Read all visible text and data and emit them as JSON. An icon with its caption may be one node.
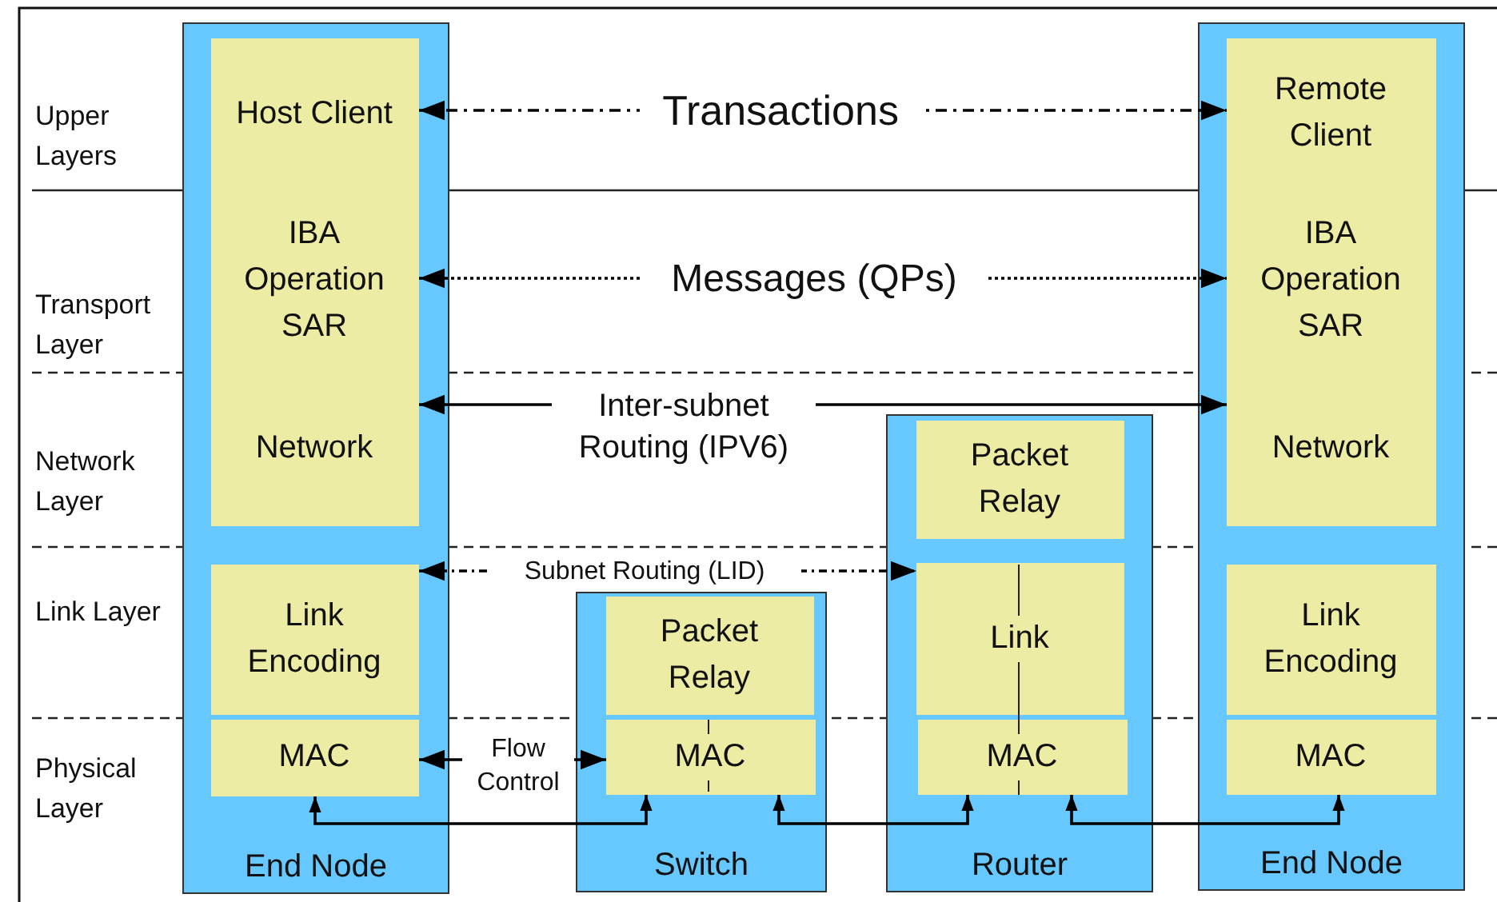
{
  "diagram": {
    "nodes": [
      {
        "text": [
          "End Node"
        ]
      },
      {
        "text": [
          "Host Client"
        ],
        "in": 0
      },
      {
        "text": [
          "IBA Operation SAR"
        ],
        "in": 0
      },
      {
        "text": [
          "Network"
        ],
        "in": 0
      },
      {
        "text": [
          "Link Encoding"
        ],
        "in": 0
      },
      {
        "text": [
          "MAC"
        ],
        "in": 0
      },
      {
        "text": [
          "Switch"
        ]
      },
      {
        "text": [
          "Packet Relay"
        ],
        "in": 6
      },
      {
        "text": [
          "MAC"
        ],
        "in": 6
      },
      {
        "text": [
          "Router"
        ]
      },
      {
        "text": [
          "Packet Relay"
        ],
        "in": 9
      },
      {
        "text": [
          "Link"
        ],
        "in": 9
      },
      {
        "text": [
          "MAC"
        ],
        "in": 9
      },
      {
        "text": [
          "End Node"
        ]
      },
      {
        "text": [
          "Remote Client"
        ],
        "in": 13
      },
      {
        "text": [
          "IBA Operation SAR"
        ],
        "in": 13
      },
      {
        "text": [
          "Network"
        ],
        "in": 13
      },
      {
        "text": [
          "Link Encoding"
        ],
        "in": 13
      },
      {
        "text": [
          "MAC"
        ],
        "in": 13
      }
    ],
    "edges": [
      {
        "from": 1,
        "to": 14,
        "arrow": "both",
        "label": "Transactions",
        "style": "dashed"
      },
      {
        "from": 2,
        "to": 15,
        "arrow": "both",
        "label": "Messages (QPs)",
        "style": "dashed"
      },
      {
        "from": 3,
        "to": 16,
        "arrow": "both",
        "label": "Inter-subnet Routing (IPV6)"
      },
      {
        "from": 4,
        "to": 11,
        "arrow": "both",
        "label": "Subnet Routing (LID)",
        "style": "dashed"
      },
      {
        "from": 5,
        "to": 8,
        "arrow": "both",
        "label": "Flow Control"
      },
      {
        "from": 5,
        "to": 8,
        "arrow": "both"
      },
      {
        "from": 8,
        "to": 12,
        "arrow": "both"
      },
      {
        "from": 12,
        "to": 18,
        "arrow": "both"
      }
    ],
    "labels": [
      "Upper Layers",
      "Transport Layer",
      "Network Layer",
      "Link Layer",
      "Physical Layer"
    ]
  }
}
